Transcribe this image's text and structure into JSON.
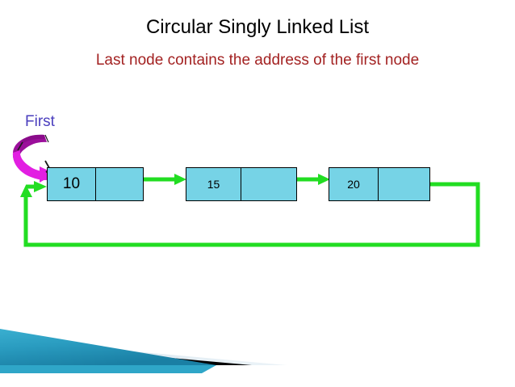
{
  "slide": {
    "title": "Circular Singly Linked List",
    "subtitle": "Last node contains the address of the first node",
    "title_color": "#000000",
    "subtitle_color": "#A32222"
  },
  "diagram": {
    "pointer_label": "First",
    "pointer_label_color": "#4B3FBE",
    "pointer_arrow_color_dark": "#9B0F9B",
    "pointer_arrow_color_bright": "#E21FE2",
    "node_fill_color": "#76D3E6",
    "node_border_color": "#000000",
    "link_color": "#22DD22",
    "nodes": [
      {
        "data": "10",
        "name": "node-1"
      },
      {
        "data": "15",
        "name": "node-2"
      },
      {
        "data": "20",
        "name": "node-3"
      }
    ],
    "links": [
      {
        "from": "node-1",
        "to": "node-2"
      },
      {
        "from": "node-2",
        "to": "node-3"
      },
      {
        "from": "node-3",
        "to": "node-1"
      }
    ]
  },
  "decoration": {
    "teal_color": "#2A9CC0",
    "teal_color_dark": "#1E7E9E",
    "black_color": "#000000",
    "pale_color": "#D7E6EF"
  }
}
